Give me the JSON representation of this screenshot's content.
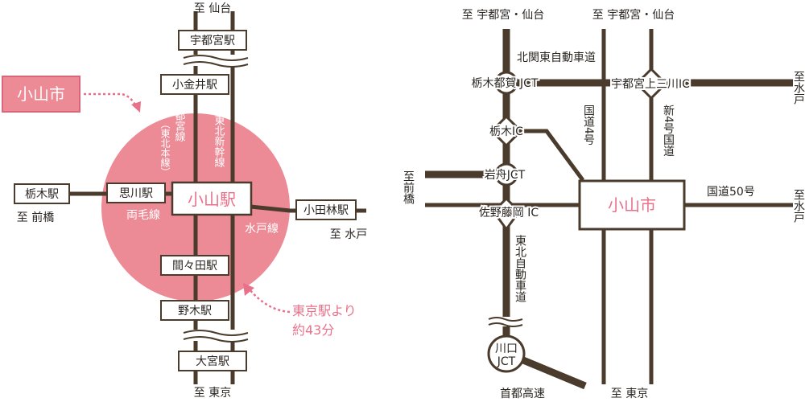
{
  "colors": {
    "line": "#4a3b2c",
    "circle_fill": "#ec8a96",
    "pink_text": "#e8718a",
    "callout_fill": "#ec8a96",
    "callout_border": "#d9667a",
    "box_border": "#4a3b2c",
    "text": "#2a2520"
  },
  "rail_map": {
    "callout": "小山市",
    "central_station": "小山駅",
    "stations": {
      "utsunomiya": "宇都宮駅",
      "koganei": "小金井駅",
      "omoigawa": "思川駅",
      "mamada": "間々田駅",
      "nogi": "野木駅",
      "omiya": "大宮駅",
      "tochigi": "栃木駅",
      "oyamada": "小田林駅"
    },
    "lines": {
      "utsunomiya_line": "宇都宮線",
      "utsunomiya_line_alt": "（東北本線）",
      "tohoku_shinkansen": "東北新幹線",
      "ryomo_line": "両毛線",
      "mito_line": "水戸線"
    },
    "destinations": {
      "north": "至 仙台",
      "south": "至 東京",
      "west": "至 前橋",
      "east": "至 水戸"
    },
    "travel_time": [
      "東京駅より",
      "約43分"
    ]
  },
  "road_map": {
    "city": "小山市",
    "junctions": {
      "tochigi_tsuga_jct": "栃木都賀 JCT",
      "tochigi_ic": "栃木IC",
      "iwafune_jct": "岩舟JCT",
      "sano_fujioka_ic": "佐野藤岡 IC",
      "kawaguchi_jct_1": "川口",
      "kawaguchi_jct_2": "JCT",
      "utsunomiya_kaminokawa_ic": "宇都宮上三川IC"
    },
    "roads": {
      "kitakanto_expressway": "北関東自動車道",
      "route_4": "国道4号",
      "new_route_4": "新4号国道",
      "route_50": "国道50号",
      "tohoku_expressway": "東北自動車道",
      "shuto_expressway": "首都高速"
    },
    "destinations": {
      "north_1": "至 宇都宮・仙台",
      "north_2": "至 宇都宮・仙台",
      "west": "至前橋",
      "east_top": "至水戸",
      "east_mid": "至水戸",
      "south": "至 東京"
    }
  }
}
